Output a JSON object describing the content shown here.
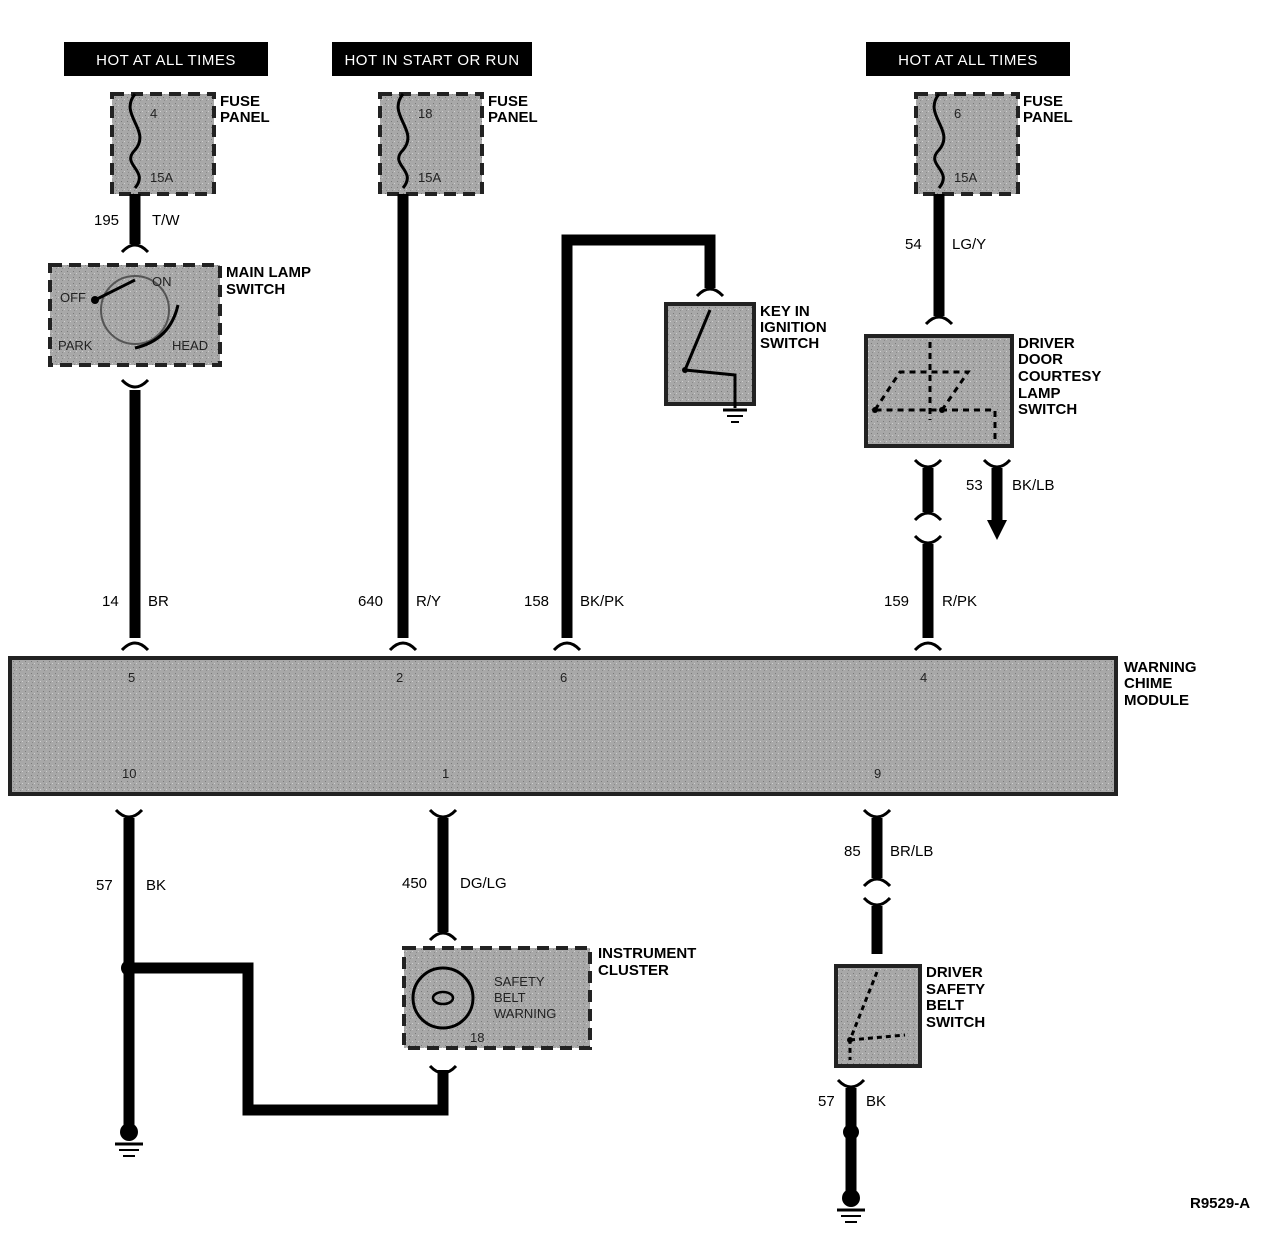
{
  "headers": {
    "left": "HOT AT ALL TIMES",
    "center": "HOT IN START OR RUN",
    "right": "HOT AT ALL TIMES"
  },
  "fuses": [
    {
      "number": "4",
      "rating": "15A",
      "label_line1": "FUSE",
      "label_line2": "PANEL"
    },
    {
      "number": "18",
      "rating": "15A",
      "label_line1": "FUSE",
      "label_line2": "PANEL"
    },
    {
      "number": "6",
      "rating": "15A",
      "label_line1": "FUSE",
      "label_line2": "PANEL"
    }
  ],
  "wires": {
    "w195": {
      "circuit": "195",
      "color": "T/W"
    },
    "w14": {
      "circuit": "14",
      "color": "BR"
    },
    "w640": {
      "circuit": "640",
      "color": "R/Y"
    },
    "w158": {
      "circuit": "158",
      "color": "BK/PK"
    },
    "w54": {
      "circuit": "54",
      "color": "LG/Y"
    },
    "w53": {
      "circuit": "53",
      "color": "BK/LB"
    },
    "w159": {
      "circuit": "159",
      "color": "R/PK"
    },
    "w57a": {
      "circuit": "57",
      "color": "BK"
    },
    "w450": {
      "circuit": "450",
      "color": "DG/LG"
    },
    "w85": {
      "circuit": "85",
      "color": "BR/LB"
    },
    "w57b": {
      "circuit": "57",
      "color": "BK"
    }
  },
  "main_lamp_switch": {
    "label_line1": "MAIN LAMP",
    "label_line2": "SWITCH",
    "off": "OFF",
    "on": "ON",
    "park": "PARK",
    "head": "HEAD"
  },
  "key_switch": {
    "label_line1": "KEY IN",
    "label_line2": "IGNITION",
    "label_line3": "SWITCH"
  },
  "door_switch": {
    "label_line1": "DRIVER",
    "label_line2": "DOOR",
    "label_line3": "COURTESY",
    "label_line4": "LAMP",
    "label_line5": "SWITCH"
  },
  "module": {
    "label_line1": "WARNING",
    "label_line2": "CHIME",
    "label_line3": "MODULE",
    "pins_top": [
      "5",
      "2",
      "6",
      "4"
    ],
    "pins_bottom": [
      "10",
      "1",
      "9"
    ]
  },
  "cluster": {
    "label_line1": "INSTRUMENT",
    "label_line2": "CLUSTER",
    "lamp_line1": "SAFETY",
    "lamp_line2": "BELT",
    "lamp_line3": "WARNING",
    "pin": "18"
  },
  "belt_switch": {
    "label_line1": "DRIVER",
    "label_line2": "SAFETY",
    "label_line3": "BELT",
    "label_line4": "SWITCH"
  },
  "figure_id": "R9529-A"
}
